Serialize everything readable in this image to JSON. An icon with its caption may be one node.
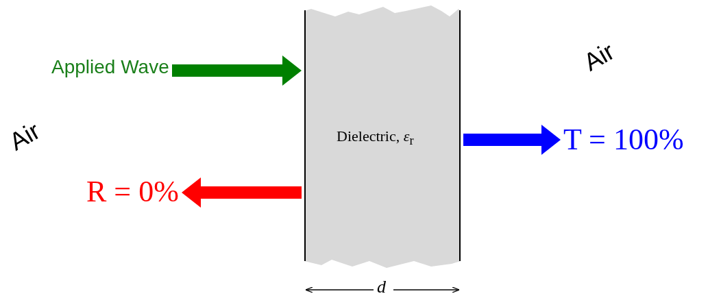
{
  "diagram": {
    "nodes": [
      {
        "text": [
          "Applied Wave"
        ]
      },
      {
        "text": [
          "Dielectric, *ε*$_{r}$"
        ]
      },
      {
        "text": [
          "R = 0%"
        ]
      },
      {
        "text": [
          "T = 100%"
        ]
      }
    ],
    "edges": [
      {
        "from": 0,
        "to": 1,
        "arrow": "to",
        "color": "#008000"
      },
      {
        "from": 1,
        "to": 2,
        "arrow": "to",
        "color": "#ff0000"
      },
      {
        "from": 1,
        "to": 3,
        "arrow": "to",
        "color": "#0000ff"
      }
    ],
    "labels": [
      "Air",
      "Air",
      "d"
    ]
  }
}
